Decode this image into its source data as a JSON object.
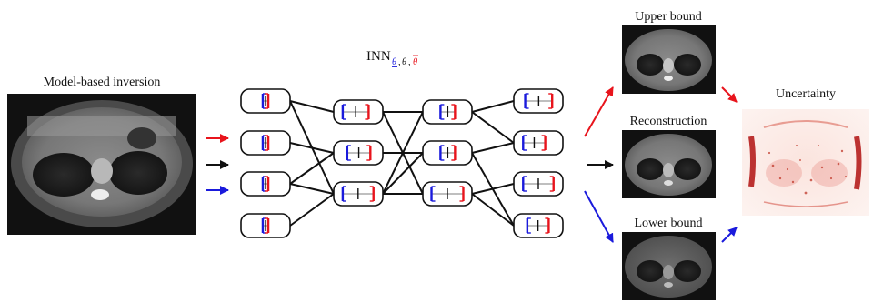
{
  "labels": {
    "model_based_inversion": "Model-based inversion",
    "network_name": "INN",
    "network_sub_lower": "θ",
    "network_sub_mid": "θ",
    "network_sub_upper": "θ",
    "network_sub_sep": ",",
    "upper_bound": "Upper bound",
    "reconstruction": "Reconstruction",
    "lower_bound": "Lower bound",
    "uncertainty": "Uncertainty"
  },
  "colors": {
    "upper": "#e8141c",
    "lower": "#1a1adc",
    "mid": "#111111",
    "uncertainty_tint": "#d23c3c"
  },
  "network": {
    "layers": [
      [
        {
          "lo": 0.42,
          "hi": 0.58
        },
        {
          "lo": 0.42,
          "hi": 0.58
        },
        {
          "lo": 0.42,
          "hi": 0.58
        },
        {
          "lo": 0.42,
          "hi": 0.58
        }
      ],
      [
        {
          "lo": 0.05,
          "hi": 0.8
        },
        {
          "lo": 0.18,
          "hi": 0.85
        },
        {
          "lo": 0.05,
          "hi": 0.94
        }
      ],
      [
        {
          "lo": 0.3,
          "hi": 0.72
        },
        {
          "lo": 0.3,
          "hi": 0.72
        },
        {
          "lo": 0.04,
          "hi": 0.96
        }
      ],
      [
        {
          "lo": 0.12,
          "hi": 0.9
        },
        {
          "lo": 0.06,
          "hi": 0.7
        },
        {
          "lo": 0.06,
          "hi": 0.94
        },
        {
          "lo": 0.18,
          "hi": 0.8
        }
      ]
    ],
    "edges": [
      [
        [
          0,
          0
        ],
        [
          0,
          2
        ],
        [
          1,
          1
        ],
        [
          2,
          1
        ],
        [
          2,
          2
        ],
        [
          3,
          2
        ]
      ],
      [
        [
          0,
          0
        ],
        [
          0,
          2
        ],
        [
          1,
          1
        ],
        [
          2,
          0
        ],
        [
          2,
          1
        ],
        [
          2,
          2
        ]
      ],
      [
        [
          0,
          0
        ],
        [
          0,
          1
        ],
        [
          1,
          1
        ],
        [
          1,
          3
        ],
        [
          2,
          2
        ],
        [
          2,
          3
        ]
      ]
    ]
  }
}
